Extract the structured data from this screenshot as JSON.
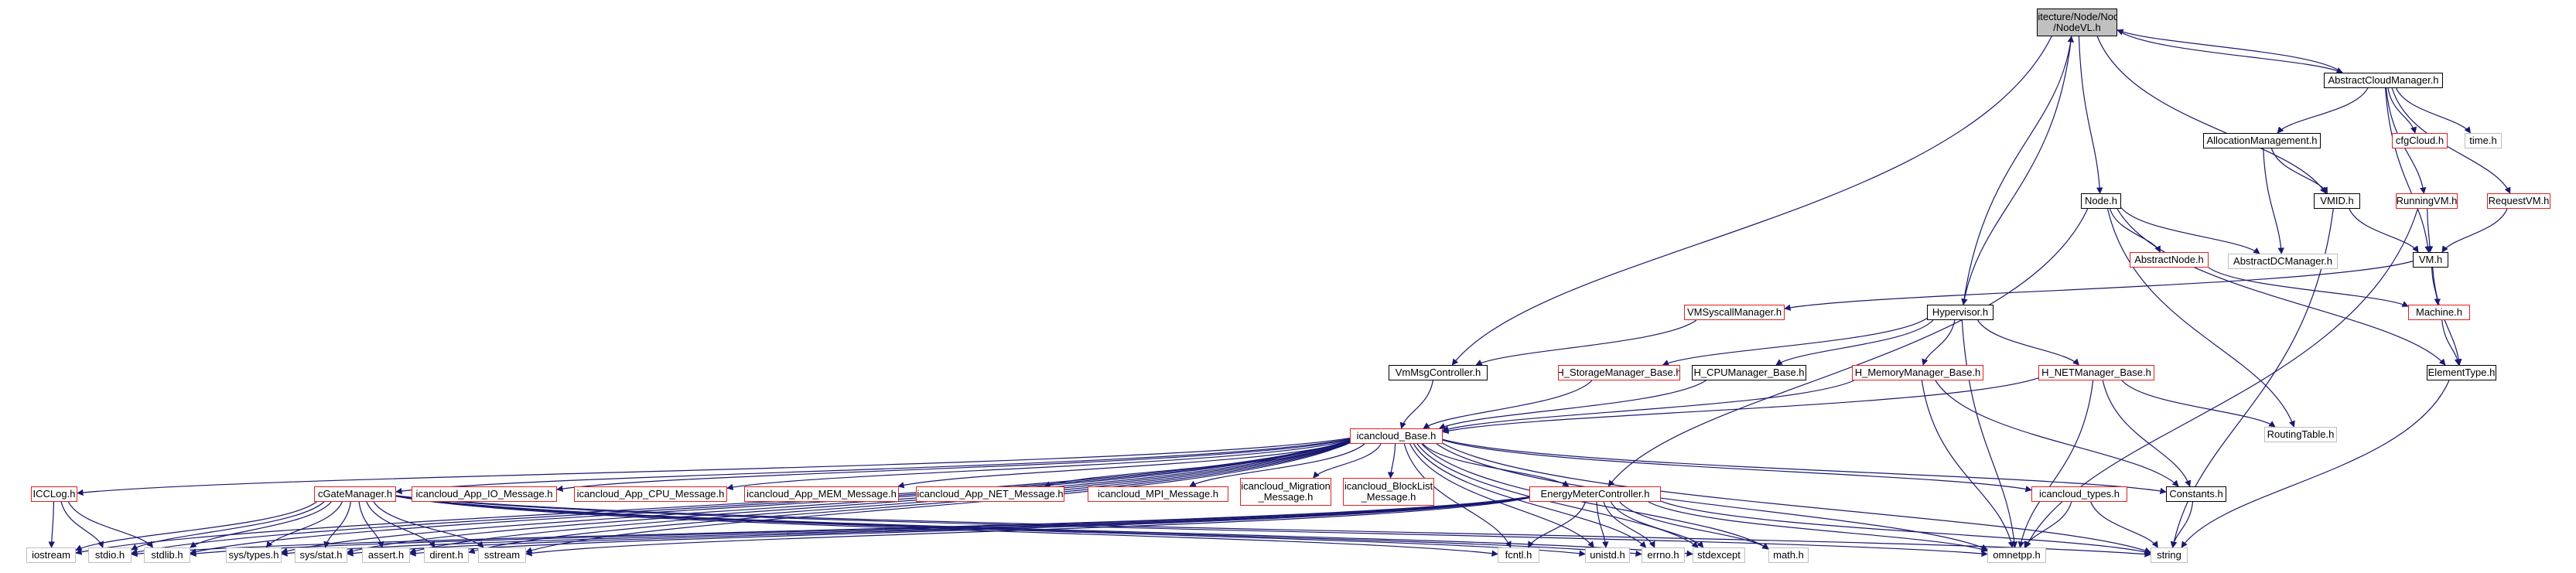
{
  "graph": {
    "colors": {
      "edge": "#191970",
      "box": "#000000",
      "red_box": "#e02020",
      "gray_box": "#bfbfbf",
      "root_fill": "#c0c0c0"
    },
    "nodes": [
      {
        "id": "root",
        "label": "Architecture/Node/NodeVL\n/NodeVL.h",
        "kind": "root"
      },
      {
        "id": "acm",
        "label": "AbstractCloudManager.h",
        "kind": "black"
      },
      {
        "id": "allocm",
        "label": "AllocationManagement.h",
        "kind": "black"
      },
      {
        "id": "cfgcloud",
        "label": "cfgCloud.h",
        "kind": "red"
      },
      {
        "id": "timeh",
        "label": "time.h",
        "kind": "gray"
      },
      {
        "id": "node",
        "label": "Node.h",
        "kind": "black"
      },
      {
        "id": "vmid",
        "label": "VMID.h",
        "kind": "black"
      },
      {
        "id": "runningvm",
        "label": "RunningVM.h",
        "kind": "red"
      },
      {
        "id": "requestvm",
        "label": "RequestVM.h",
        "kind": "red"
      },
      {
        "id": "abstractnode",
        "label": "AbstractNode.h",
        "kind": "red"
      },
      {
        "id": "adcm",
        "label": "AbstractDCManager.h",
        "kind": "gray"
      },
      {
        "id": "vm",
        "label": "VM.h",
        "kind": "black"
      },
      {
        "id": "vmsyscall",
        "label": "VMSyscallManager.h",
        "kind": "red"
      },
      {
        "id": "hypervisor",
        "label": "Hypervisor.h",
        "kind": "black"
      },
      {
        "id": "machine",
        "label": "Machine.h",
        "kind": "red"
      },
      {
        "id": "vmmsg",
        "label": "VmMsgController.h",
        "kind": "black"
      },
      {
        "id": "hstorage",
        "label": "H_StorageManager_Base.h",
        "kind": "red"
      },
      {
        "id": "hcpu",
        "label": "H_CPUManager_Base.h",
        "kind": "black"
      },
      {
        "id": "hmemory",
        "label": "H_MemoryManager_Base.h",
        "kind": "red"
      },
      {
        "id": "hnet",
        "label": "H_NETManager_Base.h",
        "kind": "red"
      },
      {
        "id": "elementtype",
        "label": "ElementType.h",
        "kind": "black"
      },
      {
        "id": "routing",
        "label": "RoutingTable.h",
        "kind": "gray"
      },
      {
        "id": "icbase",
        "label": "icancloud_Base.h",
        "kind": "red"
      },
      {
        "id": "icclog",
        "label": "ICCLog.h",
        "kind": "red"
      },
      {
        "id": "cgate",
        "label": "cGateManager.h",
        "kind": "red"
      },
      {
        "id": "appio",
        "label": "icancloud_App_IO_Message.h",
        "kind": "red"
      },
      {
        "id": "appcpu",
        "label": "icancloud_App_CPU_Message.h",
        "kind": "red"
      },
      {
        "id": "appmem",
        "label": "icancloud_App_MEM_Message.h",
        "kind": "red"
      },
      {
        "id": "appnet",
        "label": "icancloud_App_NET_Message.h",
        "kind": "red"
      },
      {
        "id": "mpi",
        "label": "icancloud_MPI_Message.h",
        "kind": "red"
      },
      {
        "id": "migration",
        "label": "icancloud_Migration\n_Message.h",
        "kind": "red"
      },
      {
        "id": "blocklist",
        "label": "icancloud_BlockList\n_Message.h",
        "kind": "red"
      },
      {
        "id": "energy",
        "label": "EnergyMeterController.h",
        "kind": "red"
      },
      {
        "id": "ictypes",
        "label": "icancloud_types.h",
        "kind": "red"
      },
      {
        "id": "constants",
        "label": "Constants.h",
        "kind": "black"
      },
      {
        "id": "iostream",
        "label": "iostream",
        "kind": "gray"
      },
      {
        "id": "stdio",
        "label": "stdio.h",
        "kind": "gray"
      },
      {
        "id": "stdlib",
        "label": "stdlib.h",
        "kind": "gray"
      },
      {
        "id": "systypes",
        "label": "sys/types.h",
        "kind": "gray"
      },
      {
        "id": "sysstat",
        "label": "sys/stat.h",
        "kind": "gray"
      },
      {
        "id": "asserth",
        "label": "assert.h",
        "kind": "gray"
      },
      {
        "id": "dirent",
        "label": "dirent.h",
        "kind": "gray"
      },
      {
        "id": "sstream",
        "label": "sstream",
        "kind": "gray"
      },
      {
        "id": "fcntl",
        "label": "fcntl.h",
        "kind": "gray"
      },
      {
        "id": "unistd",
        "label": "unistd.h",
        "kind": "gray"
      },
      {
        "id": "errnoh",
        "label": "errno.h",
        "kind": "gray"
      },
      {
        "id": "stdexcept",
        "label": "stdexcept",
        "kind": "gray"
      },
      {
        "id": "mathh",
        "label": "math.h",
        "kind": "gray"
      },
      {
        "id": "omnetpp",
        "label": "omnetpp.h",
        "kind": "gray"
      },
      {
        "id": "string",
        "label": "string",
        "kind": "gray"
      }
    ],
    "edges": [
      [
        "root",
        "acm"
      ],
      [
        "root",
        "node"
      ],
      [
        "root",
        "vmid"
      ],
      [
        "root",
        "hypervisor"
      ],
      [
        "root",
        "vmmsg"
      ],
      [
        "acm",
        "root"
      ],
      [
        "acm",
        "allocm"
      ],
      [
        "acm",
        "cfgcloud"
      ],
      [
        "acm",
        "timeh"
      ],
      [
        "acm",
        "runningvm"
      ],
      [
        "acm",
        "requestvm"
      ],
      [
        "acm",
        "vm"
      ],
      [
        "allocm",
        "vmid"
      ],
      [
        "allocm",
        "adcm"
      ],
      [
        "vmid",
        "vm"
      ],
      [
        "vmid",
        "string"
      ],
      [
        "runningvm",
        "vm"
      ],
      [
        "runningvm",
        "omnetpp"
      ],
      [
        "requestvm",
        "vm"
      ],
      [
        "node",
        "abstractnode"
      ],
      [
        "node",
        "adcm"
      ],
      [
        "node",
        "elementtype"
      ],
      [
        "node",
        "routing"
      ],
      [
        "node",
        "energy"
      ],
      [
        "abstractnode",
        "machine"
      ],
      [
        "vm",
        "vmsyscall"
      ],
      [
        "vm",
        "machine"
      ],
      [
        "vm",
        "elementtype"
      ],
      [
        "machine",
        "elementtype"
      ],
      [
        "elementtype",
        "string"
      ],
      [
        "hypervisor",
        "root"
      ],
      [
        "hypervisor",
        "hstorage"
      ],
      [
        "hypervisor",
        "hcpu"
      ],
      [
        "hypervisor",
        "hmemory"
      ],
      [
        "hypervisor",
        "hnet"
      ],
      [
        "hypervisor",
        "omnetpp"
      ],
      [
        "vmsyscall",
        "vmmsg"
      ],
      [
        "vmmsg",
        "icbase"
      ],
      [
        "hstorage",
        "icbase"
      ],
      [
        "hcpu",
        "icbase"
      ],
      [
        "hmemory",
        "icbase"
      ],
      [
        "hnet",
        "icbase"
      ],
      [
        "hmemory",
        "omnetpp"
      ],
      [
        "hmemory",
        "constants"
      ],
      [
        "hnet",
        "constants"
      ],
      [
        "hnet",
        "routing"
      ],
      [
        "hnet",
        "omnetpp"
      ],
      [
        "icbase",
        "icclog"
      ],
      [
        "icbase",
        "cgate"
      ],
      [
        "icbase",
        "appio"
      ],
      [
        "icbase",
        "appcpu"
      ],
      [
        "icbase",
        "appmem"
      ],
      [
        "icbase",
        "appnet"
      ],
      [
        "icbase",
        "mpi"
      ],
      [
        "icbase",
        "migration"
      ],
      [
        "icbase",
        "blocklist"
      ],
      [
        "icbase",
        "energy"
      ],
      [
        "icbase",
        "ictypes"
      ],
      [
        "icbase",
        "constants"
      ],
      [
        "icbase",
        "iostream"
      ],
      [
        "icbase",
        "stdio"
      ],
      [
        "icbase",
        "stdlib"
      ],
      [
        "icbase",
        "systypes"
      ],
      [
        "icbase",
        "sysstat"
      ],
      [
        "icbase",
        "asserth"
      ],
      [
        "icbase",
        "dirent"
      ],
      [
        "icbase",
        "sstream"
      ],
      [
        "icbase",
        "fcntl"
      ],
      [
        "icbase",
        "unistd"
      ],
      [
        "icbase",
        "errnoh"
      ],
      [
        "icbase",
        "stdexcept"
      ],
      [
        "icbase",
        "mathh"
      ],
      [
        "icbase",
        "omnetpp"
      ],
      [
        "icbase",
        "string"
      ],
      [
        "icclog",
        "iostream"
      ],
      [
        "icclog",
        "stdio"
      ],
      [
        "icclog",
        "stdlib"
      ],
      [
        "cgate",
        "iostream"
      ],
      [
        "cgate",
        "stdio"
      ],
      [
        "cgate",
        "stdlib"
      ],
      [
        "cgate",
        "systypes"
      ],
      [
        "cgate",
        "sysstat"
      ],
      [
        "cgate",
        "asserth"
      ],
      [
        "cgate",
        "dirent"
      ],
      [
        "cgate",
        "sstream"
      ],
      [
        "cgate",
        "fcntl"
      ],
      [
        "cgate",
        "unistd"
      ],
      [
        "cgate",
        "errnoh"
      ],
      [
        "cgate",
        "stdexcept"
      ],
      [
        "cgate",
        "omnetpp"
      ],
      [
        "cgate",
        "string"
      ],
      [
        "energy",
        "stdio"
      ],
      [
        "energy",
        "stdlib"
      ],
      [
        "energy",
        "systypes"
      ],
      [
        "energy",
        "sysstat"
      ],
      [
        "energy",
        "asserth"
      ],
      [
        "energy",
        "sstream"
      ],
      [
        "energy",
        "fcntl"
      ],
      [
        "energy",
        "unistd"
      ],
      [
        "energy",
        "errnoh"
      ],
      [
        "energy",
        "stdexcept"
      ],
      [
        "energy",
        "mathh"
      ],
      [
        "energy",
        "omnetpp"
      ],
      [
        "energy",
        "string"
      ],
      [
        "ictypes",
        "omnetpp"
      ],
      [
        "ictypes",
        "string"
      ],
      [
        "constants",
        "string"
      ]
    ]
  }
}
